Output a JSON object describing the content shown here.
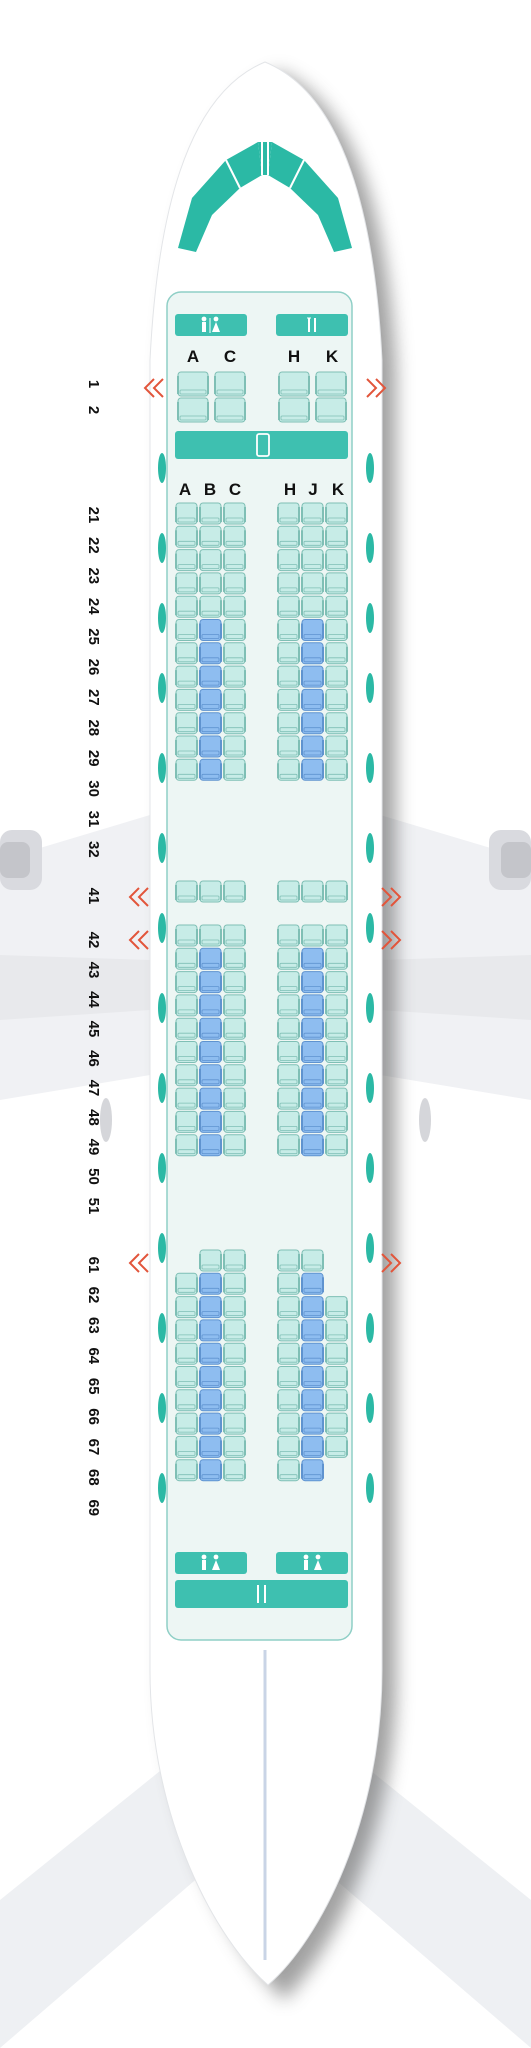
{
  "colors": {
    "teal": "#2bb9a5",
    "teal_panel": "#3ec0b0",
    "cabin_bg": "#e9f5f3",
    "cabin_border": "#8fcfc6",
    "seat_standard": "#c7ece7",
    "seat_standard_stroke": "#7fbfb5",
    "seat_extra": "#8ebdf0",
    "seat_extra_stroke": "#5f93cf",
    "exit_arrow": "#e2553b",
    "fuselage": "#ffffff",
    "wing": "#f2f3f5",
    "window": "#2bb9a5"
  },
  "icons": {
    "lavatory_icon": "restroom",
    "galley_icon": "fork-knife",
    "door_icon": "door",
    "exit_icon": "double-chevron"
  },
  "front_cabin": {
    "column_letters": [
      "A",
      "C",
      "H",
      "K"
    ],
    "rows": [
      "1",
      "2"
    ]
  },
  "main_cabin": {
    "column_letters": [
      "A",
      "B",
      "C",
      "H",
      "J",
      "K"
    ]
  },
  "row_labels": [
    "1",
    "2",
    "21",
    "22",
    "23",
    "24",
    "25",
    "26",
    "27",
    "28",
    "29",
    "30",
    "31",
    "32",
    "41",
    "42",
    "43",
    "44",
    "45",
    "46",
    "47",
    "48",
    "49",
    "50",
    "51",
    "61",
    "62",
    "63",
    "64",
    "65",
    "66",
    "67",
    "68",
    "69"
  ]
}
